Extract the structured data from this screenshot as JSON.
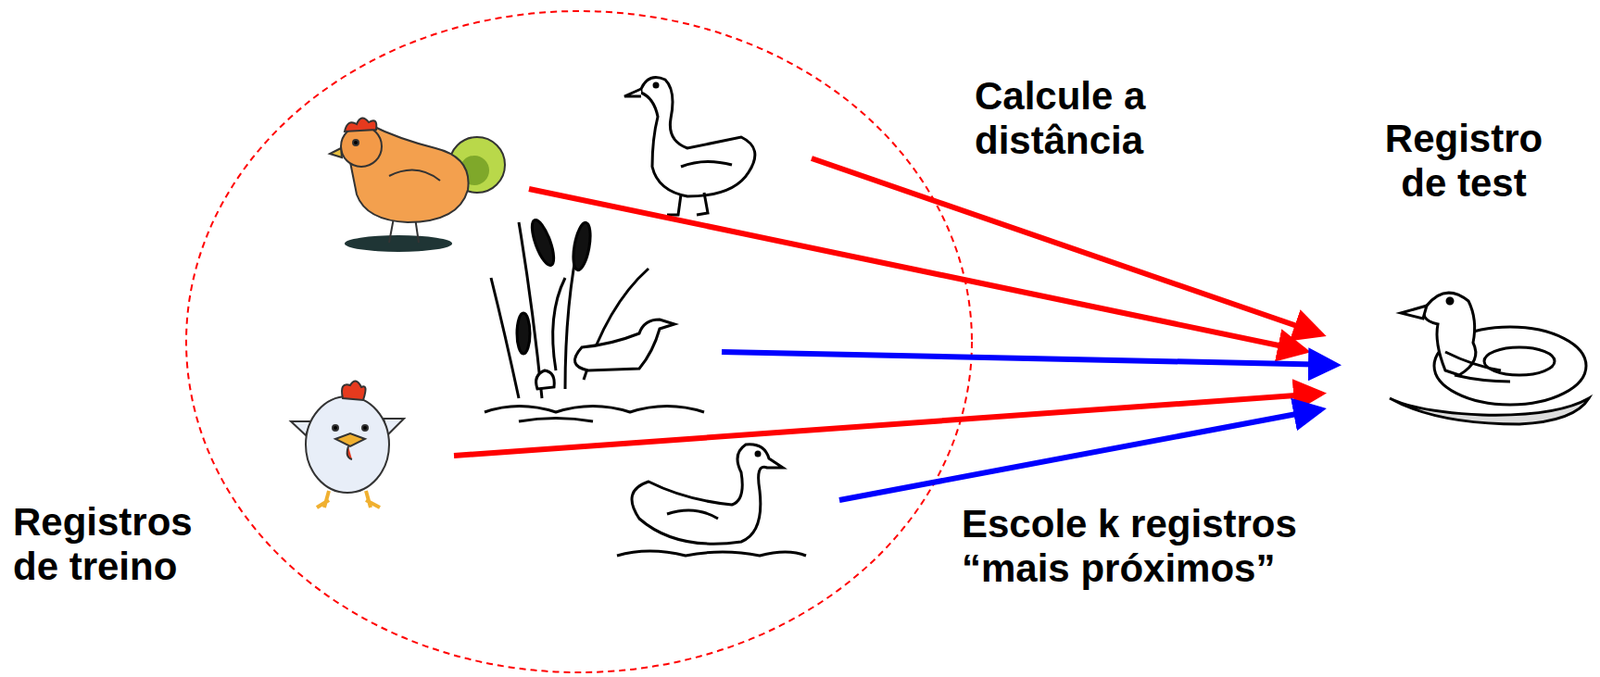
{
  "diagram": {
    "labels": [
      "Calcule a distância",
      "Registro de test",
      "Registros de treino",
      "Escole k registros “mais próximos”"
    ]
  }
}
